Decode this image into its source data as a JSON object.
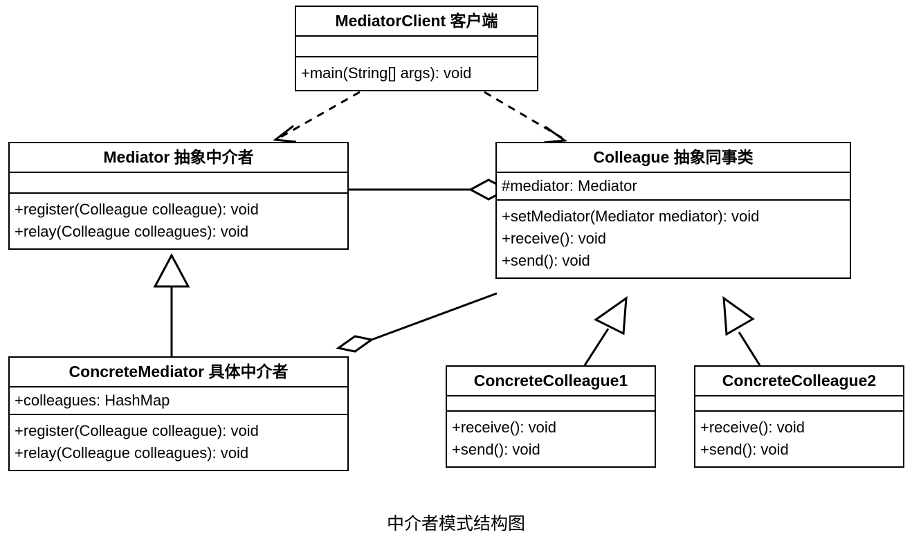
{
  "diagram": {
    "caption": "中介者模式结构图",
    "stroke_color": "#000000",
    "background_color": "#ffffff",
    "classes": {
      "mediator_client": {
        "name": "MediatorClient 客户端",
        "attributes": [],
        "operations": [
          "+main(String[] args): void"
        ]
      },
      "mediator": {
        "name": "Mediator 抽象中介者",
        "attributes": [],
        "operations": [
          "+register(Colleague colleague): void",
          "+relay(Colleague colleagues): void"
        ]
      },
      "colleague": {
        "name": "Colleague 抽象同事类",
        "attributes": [
          "#mediator: Mediator"
        ],
        "operations": [
          "+setMediator(Mediator mediator): void",
          "+receive(): void",
          "+send(): void"
        ]
      },
      "concrete_mediator": {
        "name": "ConcreteMediator 具体中介者",
        "attributes": [
          "+colleagues: HashMap"
        ],
        "operations": [
          "+register(Colleague colleague): void",
          "+relay(Colleague colleagues): void"
        ]
      },
      "concrete_colleague1": {
        "name": "ConcreteColleague1",
        "attributes": [],
        "operations": [
          "+receive(): void",
          "+send(): void"
        ]
      },
      "concrete_colleague2": {
        "name": "ConcreteColleague2",
        "attributes": [],
        "operations": [
          "+receive(): void",
          "+send(): void"
        ]
      }
    },
    "relations": [
      {
        "id": "dep-client-mediator",
        "type": "dependency",
        "from": "mediator_client",
        "to": "mediator",
        "style": "dashed",
        "arrow": "open"
      },
      {
        "id": "dep-client-colleague",
        "type": "dependency",
        "from": "mediator_client",
        "to": "colleague",
        "style": "dashed",
        "arrow": "open"
      },
      {
        "id": "agg-mediator-colleague",
        "type": "aggregation",
        "from": "mediator",
        "to": "colleague",
        "style": "solid",
        "arrow": "hollow-diamond"
      },
      {
        "id": "gen-concretemediator-mediator",
        "type": "generalization",
        "from": "concrete_mediator",
        "to": "mediator",
        "style": "solid",
        "arrow": "hollow-triangle"
      },
      {
        "id": "agg-concretemediator-colleague",
        "type": "aggregation",
        "from": "concrete_mediator",
        "to": "colleague",
        "style": "solid",
        "arrow": "hollow-diamond"
      },
      {
        "id": "gen-colleague1-colleague",
        "type": "generalization",
        "from": "concrete_colleague1",
        "to": "colleague",
        "style": "solid",
        "arrow": "hollow-triangle"
      },
      {
        "id": "gen-colleague2-colleague",
        "type": "generalization",
        "from": "concrete_colleague2",
        "to": "colleague",
        "style": "solid",
        "arrow": "hollow-triangle"
      }
    ]
  }
}
